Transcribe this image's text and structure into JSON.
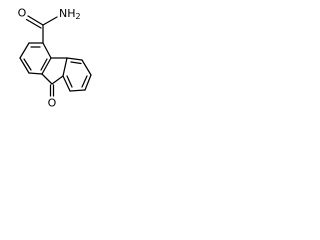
{
  "structure": {
    "atoms": {
      "amide_nitrogen": "NH",
      "amide_nitrogen_subscript": "2",
      "carbonyl_oxygen": "O",
      "ketone_oxygen": "O"
    },
    "line_color": "#000000",
    "background_color": "#ffffff"
  }
}
